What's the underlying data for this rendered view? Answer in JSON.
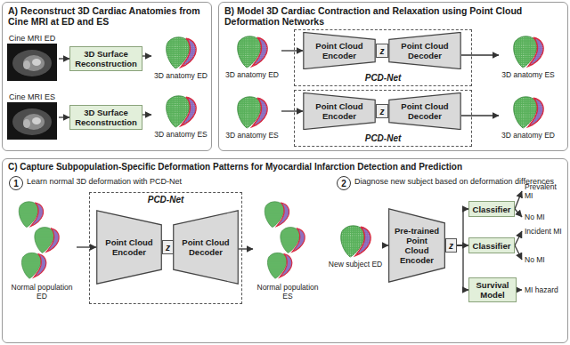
{
  "diagram": {
    "nodes": [
      {
        "text": [
          "A) Reconstruct 3D Cardiac Anatomies from Cine MRI at ED and ES"
        ]
      },
      {
        "text": [
          "Cine MRI ED"
        ],
        "in": 0
      },
      {
        "text": [
          "3D Surface Reconstruction"
        ],
        "in": 0
      },
      {
        "text": [
          "3D anatomy ED"
        ],
        "in": 0
      },
      {
        "text": [
          "Cine MRI ES"
        ],
        "in": 0
      },
      {
        "text": [
          "3D Surface Reconstruction"
        ],
        "in": 0
      },
      {
        "text": [
          "3D anatomy ES"
        ],
        "in": 0
      },
      {
        "text": [
          "B) Model 3D Cardiac Contraction and Relaxation using Point Cloud Deformation Networks"
        ]
      },
      {
        "text": [
          "3D anatomy ED"
        ],
        "in": 7
      },
      {
        "text": [
          "PCD-Net"
        ],
        "in": 7
      },
      {
        "text": [
          "Point Cloud Encoder"
        ],
        "in": 9
      },
      {
        "text": [
          "z"
        ],
        "in": 9
      },
      {
        "text": [
          "Point Cloud Decoder"
        ],
        "in": 9
      },
      {
        "text": [
          "3D anatomy ES"
        ],
        "in": 7
      },
      {
        "text": [
          "3D anatomy ES"
        ],
        "in": 7
      },
      {
        "text": [
          "PCD-Net"
        ],
        "in": 7
      },
      {
        "text": [
          "Point Cloud Encoder"
        ],
        "in": 15
      },
      {
        "text": [
          "z"
        ],
        "in": 15
      },
      {
        "text": [
          "Point Cloud Decoder"
        ],
        "in": 15
      },
      {
        "text": [
          "3D anatomy ED"
        ],
        "in": 7
      },
      {
        "text": [
          "C) Capture Subpopulation-Specific Deformation Patterns for Myocardial Infarction Detection and Prediction"
        ]
      },
      {
        "text": [
          "1"
        ],
        "in": 20
      },
      {
        "text": [
          "Normal population ED"
        ],
        "in": 20
      },
      {
        "text": [
          "PCD-Net"
        ],
        "in": 20
      },
      {
        "text": [
          "Point Cloud Encoder"
        ],
        "in": 23
      },
      {
        "text": [
          "z"
        ],
        "in": 23
      },
      {
        "text": [
          "Point Cloud Decoder"
        ],
        "in": 23
      },
      {
        "text": [
          "Normal population ES"
        ],
        "in": 20
      },
      {
        "text": [
          "2"
        ],
        "in": 20
      },
      {
        "text": [
          "New subject ED"
        ],
        "in": 20
      },
      {
        "text": [
          "Pre-trained Point Cloud Encoder"
        ],
        "in": 20
      },
      {
        "text": [
          "z"
        ],
        "in": 20
      },
      {
        "text": [
          "Classifier"
        ],
        "in": 20
      },
      {
        "text": [
          "Classifier"
        ],
        "in": 20
      },
      {
        "text": [
          "Survival Model"
        ],
        "in": 20
      },
      {
        "text": [
          "Prevalent MI"
        ],
        "in": 20
      },
      {
        "text": [
          "No MI"
        ],
        "in": 20
      },
      {
        "text": [
          "Incident MI"
        ],
        "in": 20
      },
      {
        "text": [
          "No MI"
        ],
        "in": 20
      },
      {
        "text": [
          "MI hazard"
        ],
        "in": 20
      }
    ],
    "edges": [
      {
        "from": 1,
        "to": 2,
        "arrow": "to"
      },
      {
        "from": 2,
        "to": 3,
        "arrow": "to"
      },
      {
        "from": 4,
        "to": 5,
        "arrow": "to"
      },
      {
        "from": 5,
        "to": 6,
        "arrow": "to"
      },
      {
        "from": 8,
        "to": 10,
        "arrow": "to"
      },
      {
        "from": 12,
        "to": 13,
        "arrow": "to"
      },
      {
        "from": 14,
        "to": 16,
        "arrow": "to"
      },
      {
        "from": 18,
        "to": 19,
        "arrow": "to"
      },
      {
        "from": 22,
        "to": 24,
        "arrow": "to"
      },
      {
        "from": 26,
        "to": 27,
        "arrow": "to"
      },
      {
        "from": 29,
        "to": 30,
        "arrow": "to"
      },
      {
        "from": 31,
        "to": 32,
        "arrow": "to"
      },
      {
        "from": 31,
        "to": 33,
        "arrow": "to"
      },
      {
        "from": 31,
        "to": 34,
        "arrow": "to"
      },
      {
        "from": 32,
        "to": 35,
        "arrow": "to"
      },
      {
        "from": 32,
        "to": 36,
        "arrow": "to"
      },
      {
        "from": 33,
        "to": 37,
        "arrow": "to"
      },
      {
        "from": 33,
        "to": 38,
        "arrow": "to"
      },
      {
        "from": 34,
        "to": 39,
        "arrow": "to"
      }
    ],
    "labels": [
      "Learn normal 3D deformation with PCD-Net",
      "Diagnose new subject based on deformation differences"
    ]
  }
}
